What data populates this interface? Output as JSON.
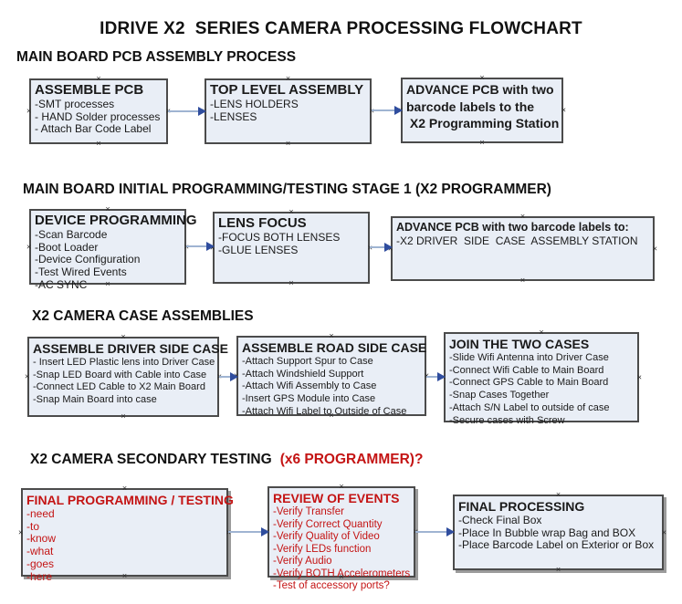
{
  "title": "IDRIVE X2  SERIES CAMERA PROCESSING FLOWCHART",
  "colors": {
    "box_fill": "#e9eef6",
    "box_border": "#4b4b4b",
    "connector_line": "#9fb4d2",
    "arrowhead": "#2f4d9e",
    "alert_red": "#c41414",
    "text": "#1a1a1a"
  },
  "connection_point_glyph": "×",
  "sections": [
    {
      "heading": "MAIN BOARD PCB ASSEMBLY PROCESS",
      "boxes": [
        {
          "title": "ASSEMBLE PCB",
          "items": [
            "-SMT processes",
            "- HAND Solder processes",
            "- Attach Bar Code Label"
          ]
        },
        {
          "title": "TOP LEVEL ASSEMBLY",
          "items": [
            "-LENS HOLDERS",
            "-LENSES"
          ]
        },
        {
          "title": "ADVANCE PCB with two",
          "items": [
            "barcode labels to the",
            " X2 Programming Station"
          ]
        }
      ]
    },
    {
      "heading": "MAIN BOARD INITIAL PROGRAMMING/TESTING STAGE 1 (X2 PROGRAMMER)",
      "boxes": [
        {
          "title": "DEVICE PROGRAMMING",
          "items": [
            "-Scan Barcode",
            "-Boot Loader",
            "-Device Configuration",
            "-Test Wired Events",
            "-AC SYNC"
          ]
        },
        {
          "title": "LENS FOCUS",
          "items": [
            "-FOCUS BOTH LENSES",
            "-GLUE LENSES"
          ]
        },
        {
          "title": "ADVANCE PCB with two barcode labels to:",
          "items": [
            "-X2 DRIVER  SIDE  CASE  ASSEMBLY STATION"
          ]
        }
      ]
    },
    {
      "heading": "X2 CAMERA CASE ASSEMBLIES",
      "boxes": [
        {
          "title": "ASSEMBLE DRIVER SIDE CASE",
          "items": [
            "- Insert LED Plastic lens into Driver Case",
            "-Snap LED Board with Cable into Case",
            "-Connect LED Cable to X2 Main Board",
            "-Snap Main Board into case"
          ]
        },
        {
          "title": "ASSEMBLE ROAD SIDE CASE",
          "items": [
            "-Attach Support Spur to Case",
            "-Attach Windshield Support",
            "-Attach Wifi Assembly to Case",
            "-Insert GPS Module into Case",
            "-Attach Wifi Label to Outside of Case"
          ]
        },
        {
          "title": "JOIN THE TWO CASES",
          "items": [
            "-Slide Wifi Antenna into Driver Case",
            "-Connect Wifi Cable to Main Board",
            "-Connect GPS Cable to Main Board",
            "-Snap Cases Together",
            "-Attach S/N Label to outside of case",
            "-Secure cases with Screw"
          ]
        }
      ]
    },
    {
      "heading": "X2 CAMERA SECONDARY TESTING",
      "heading_suffix": "(x6 PROGRAMMER)?",
      "boxes": [
        {
          "title": "FINAL PROGRAMMING / TESTING",
          "items": [
            "-need",
            "-to",
            "-know",
            "-what",
            "-goes",
            "-here"
          ]
        },
        {
          "title": "REVIEW OF EVENTS",
          "items": [
            "-Verify Transfer",
            "-Verify Correct Quantity",
            "-Verify Quality of Video",
            "-Verify LEDs function",
            "-Verify Audio",
            "-Verify BOTH Accelerometers",
            "-Test of accessory ports?"
          ]
        },
        {
          "title": "FINAL PROCESSING",
          "items": [
            "-Check Final Box",
            "-Place In Bubble wrap Bag and BOX",
            "-Place Barcode Label on Exterior or Box"
          ]
        }
      ]
    }
  ]
}
